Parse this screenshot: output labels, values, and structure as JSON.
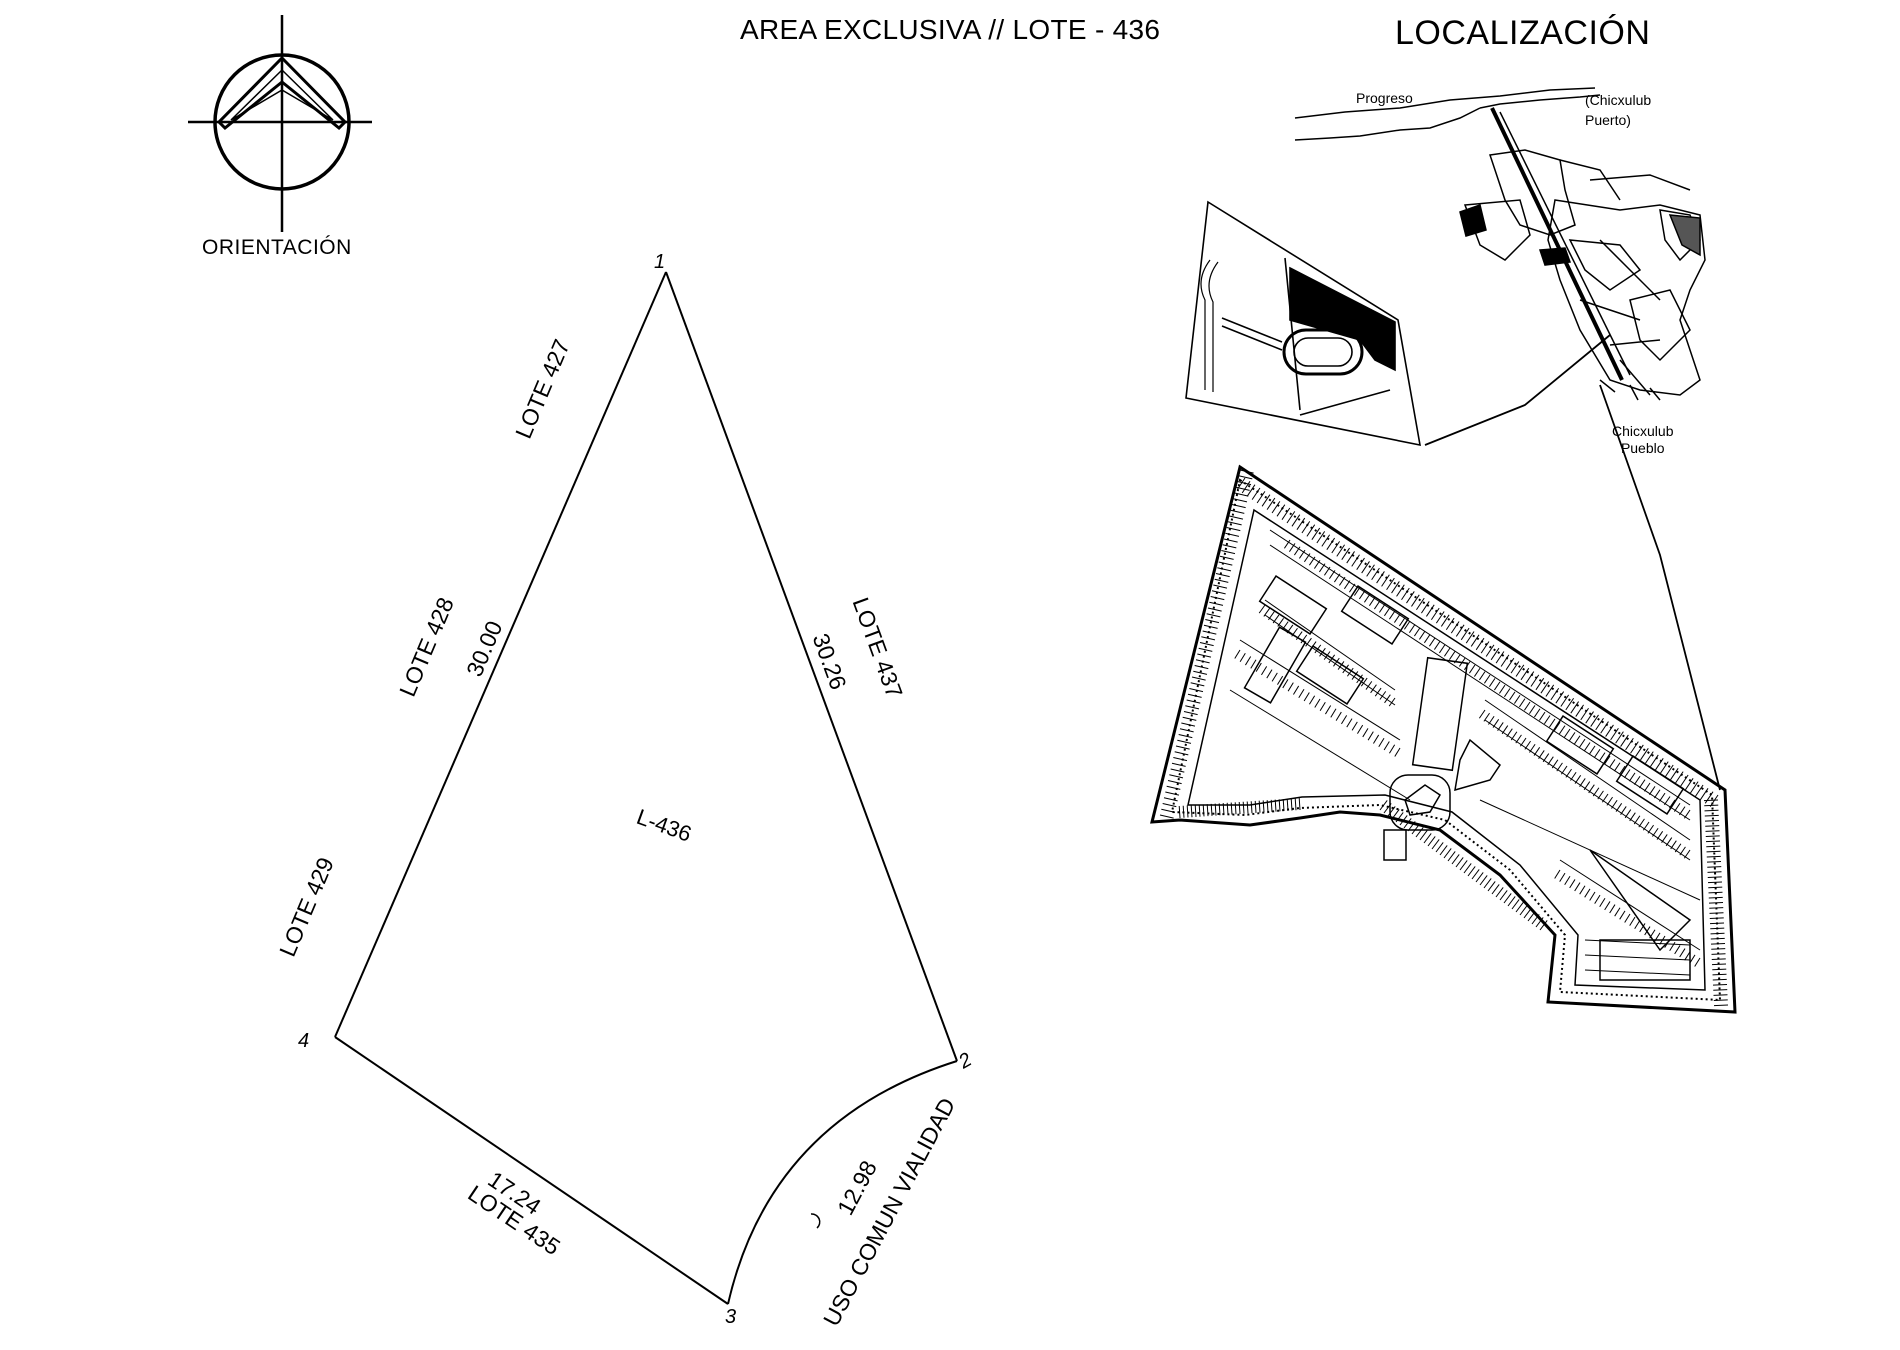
{
  "header": {
    "title": "AREA EXCLUSIVA // LOTE - 436",
    "location_title": "LOCALIZACIÓN"
  },
  "compass": {
    "label": "ORIENTACIÓN",
    "icon": "north-arrow-icon"
  },
  "lot": {
    "id_label": "L-436",
    "vertices": [
      "1",
      "2",
      "3",
      "4"
    ],
    "neighbors": {
      "north_west_top": "LOTE 427",
      "west_mid": "LOTE 428",
      "west_bottom": "LOTE 429",
      "east": "LOTE 437",
      "south_west": "LOTE 435",
      "south_east": "USO COMUN VIALIDAD"
    },
    "dimensions": {
      "side_1_4": "30.00",
      "side_1_2": "30.26",
      "side_4_3": "17.24",
      "arc_3_2": "12.98"
    }
  },
  "location_map": {
    "places": {
      "progreso": "Progreso",
      "chicxulub_puerto": "(Chicxulub\nPuerto)",
      "chicxulub_pueblo": "Chicxulub\nPueblo"
    }
  }
}
